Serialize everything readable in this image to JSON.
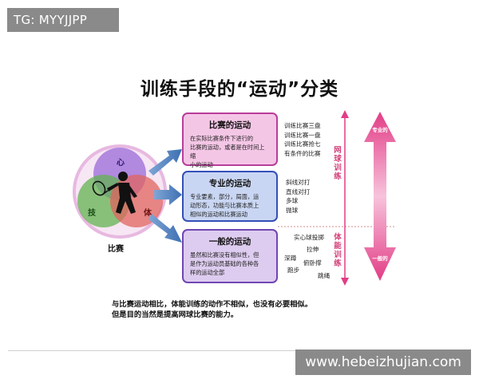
{
  "watermark_top": "TG: MYYJJPP",
  "watermark_bottom": "www.hebeizhujian.com",
  "title": "训练手段的“运动”分类",
  "venn": {
    "top": "心",
    "left": "技",
    "right": "体",
    "caption": "比赛"
  },
  "boxes": [
    {
      "title": "比赛的运动",
      "text": [
        "在实际比赛条件下进行的",
        "比赛的运动，或者是在时间上缩",
        "小的运动"
      ]
    },
    {
      "title": "专业的运动",
      "text": [
        "专业要素，部分，局面，运",
        "动形态，功能与比赛本质上",
        "相似的运动和比赛运动"
      ]
    },
    {
      "title": "一般的运动",
      "text": [
        "虽然和比赛没有相似性，但",
        "是作为运动员基础的各种各",
        "样的运动全部"
      ]
    }
  ],
  "side_lists": {
    "match": [
      "训练比赛三盘",
      "训练比赛一盘",
      "训练比赛抢七",
      "有条件的比赛"
    ],
    "special": [
      "斜线对打",
      "直线对打",
      "多球",
      "抛球"
    ],
    "general": [
      "实心球投掷",
      "拉伸",
      "深蹲",
      "俯卧撑",
      "跑步",
      "跳绳"
    ]
  },
  "vertical_labels": {
    "tennis": "网球训练",
    "fitness": "体能训练"
  },
  "arrow_labels": {
    "up": "专业的",
    "down": "一般的"
  },
  "footer": [
    "与比赛运动相比，体能训练的动作不相似，也没有必要相似。",
    "但是目的当然是提高网球比赛的能力。"
  ],
  "colors": {
    "pink_box": "#f4c6e6",
    "blue_box": "#c9d6f3",
    "purple_box": "#ddccef",
    "arrow_blue": "#4a7fc0",
    "vertical_arrow": "#e23d86",
    "venn_purple": "#9a6ad8",
    "venn_green": "#63b352",
    "venn_red": "#e0645f"
  }
}
